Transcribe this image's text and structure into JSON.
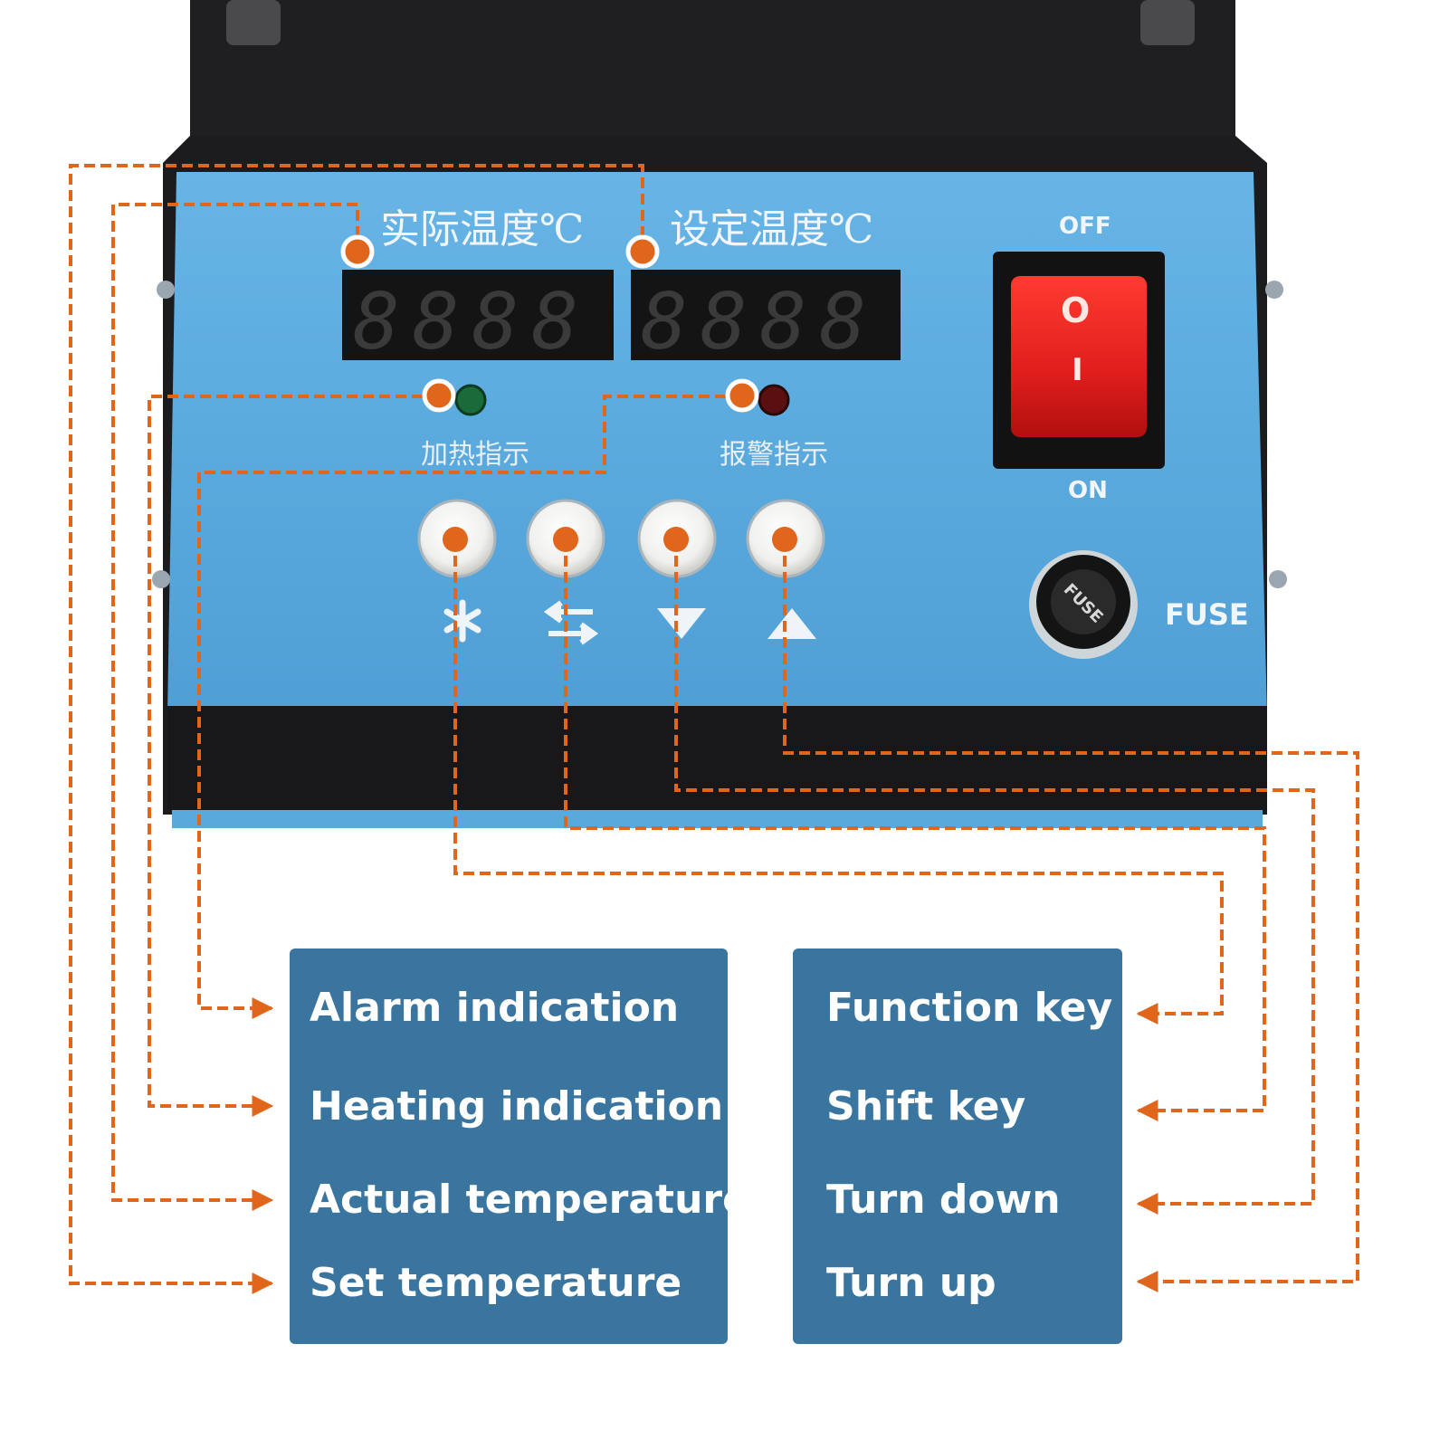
{
  "panel": {
    "actual_temp_heading": "实际温度℃",
    "set_temp_heading": "设定温度℃",
    "heating_indicator_caption": "加热指示",
    "alarm_indicator_caption": "报警指示",
    "switch_off_label": "OFF",
    "switch_on_label": "ON",
    "switch_symbol_off": "O",
    "switch_symbol_on": "I",
    "fuse_label": "FUSE",
    "fuse_cap_text": "FUSE",
    "actual_display_digits": "8888",
    "set_display_digits": "8888",
    "key_icons": [
      "asterisk-icon",
      "swap-arrows-icon",
      "triangle-down-icon",
      "triangle-up-icon"
    ]
  },
  "left_labels": [
    "Alarm indication",
    "Heating indication",
    "Actual temperature",
    "Set temperature"
  ],
  "right_labels": [
    "Function key",
    "Shift key",
    "Turn down",
    "Turn up"
  ],
  "colors": {
    "panel_blue": "#5aa9dc",
    "housing_black": "#1c1c1e",
    "label_box": "#3a75a0",
    "callout_orange": "#e0661c",
    "switch_red": "#e5211f"
  }
}
